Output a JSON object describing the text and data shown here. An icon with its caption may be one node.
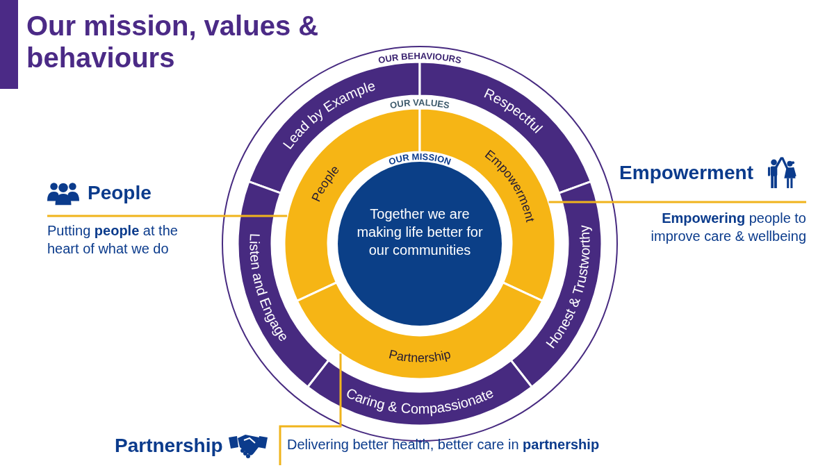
{
  "diagram": {
    "title": "Our mission, values & behaviours",
    "nodes": [
      {
        "text": [
          "Lead by Example"
        ]
      },
      {
        "text": [
          "Respectful"
        ]
      },
      {
        "text": [
          "Listen and Engage"
        ]
      },
      {
        "text": [
          "Honest & Trustworthy"
        ]
      },
      {
        "text": [
          "Caring & Compassionate"
        ]
      },
      {
        "text": [
          "People"
        ]
      },
      {
        "text": [
          "Empowerment"
        ]
      },
      {
        "text": [
          "Partnership"
        ]
      },
      {
        "text": [
          "Together we are making life better for our communities"
        ]
      },
      {
        "text": [
          "People",
          "Putting **people** at the heart of what we do"
        ]
      },
      {
        "text": [
          "Empowerment",
          "**Empowering** people to improve care & wellbeing"
        ]
      },
      {
        "text": [
          "Partnership",
          "Delivering better health, better care in **partnership**"
        ]
      }
    ],
    "edges": [
      {
        "from": 9,
        "to": 5,
        "arrow": "none"
      },
      {
        "from": 10,
        "to": 6,
        "arrow": "none"
      },
      {
        "from": 11,
        "to": 7,
        "arrow": "none"
      }
    ],
    "labels": [
      "OUR BEHAVIOURS",
      "OUR VALUES",
      "OUR MISSION"
    ]
  }
}
